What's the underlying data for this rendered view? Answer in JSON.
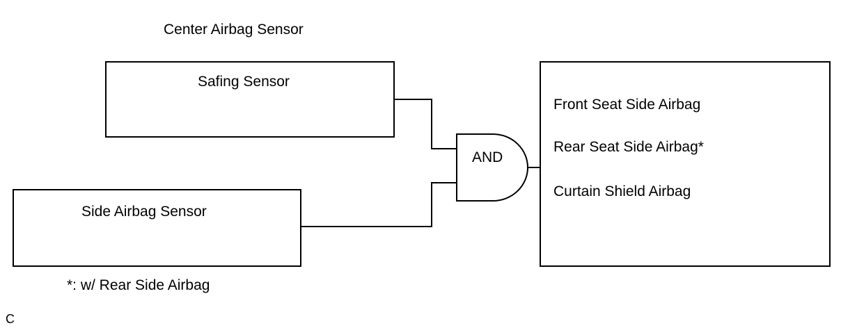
{
  "title": "Center Airbag Sensor",
  "blocks": {
    "safing_sensor": "Safing Sensor",
    "side_airbag_sensor": "Side Airbag Sensor"
  },
  "gate": {
    "label": "AND"
  },
  "outputs": [
    "Front Seat Side Airbag",
    "Rear Seat Side Airbag*",
    "Curtain Shield Airbag"
  ],
  "footnote": "*: w/ Rear Side Airbag",
  "corner_code": "C"
}
